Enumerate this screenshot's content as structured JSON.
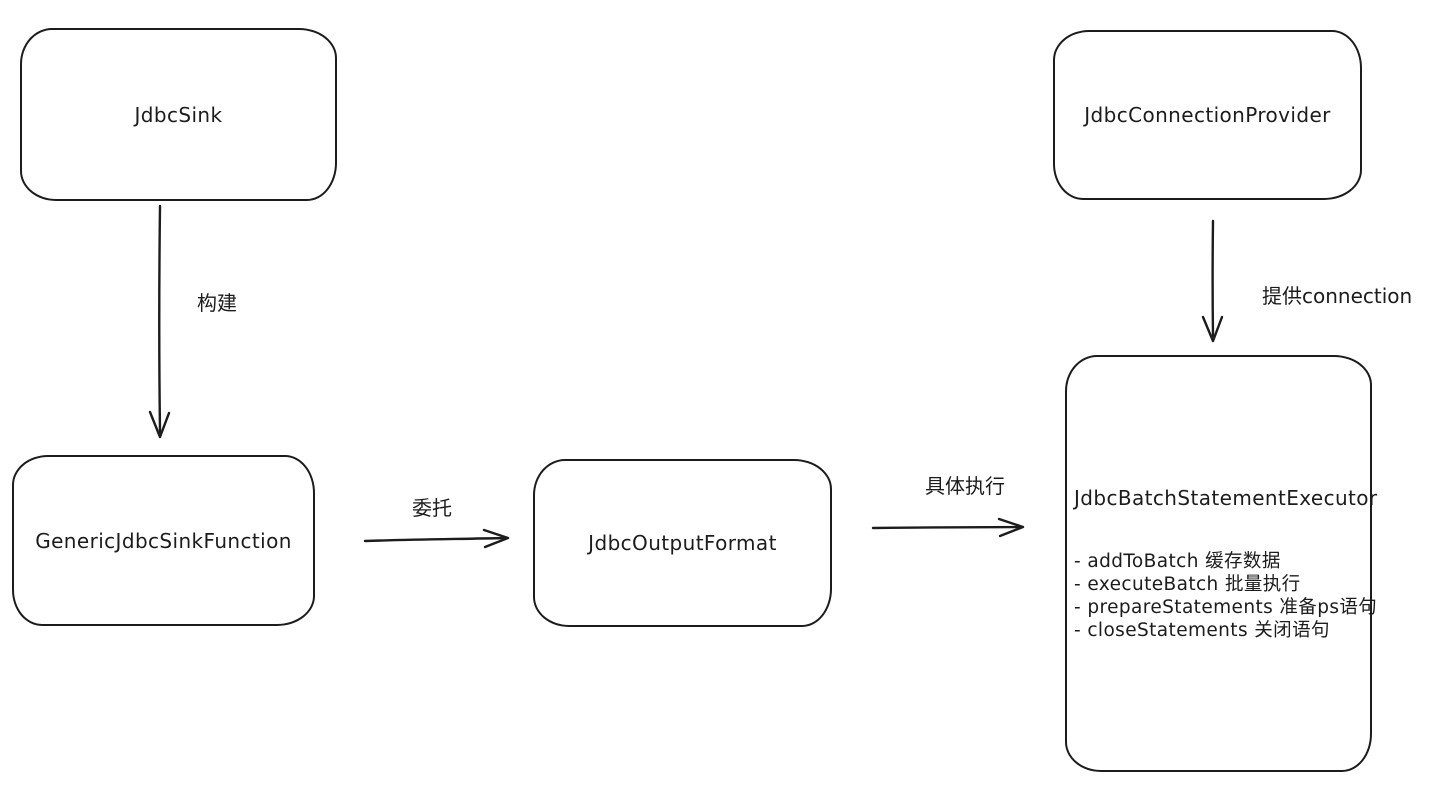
{
  "diagram": {
    "background_color": "#ffffff",
    "stroke_color": "#1c1c1c",
    "style": "hand-drawn whiteboard (excalidraw-like)",
    "nodes": {
      "jdbc_sink": {
        "label": "JdbcSink"
      },
      "generic_jdbc_sink_function": {
        "label": "GenericJdbcSinkFunction"
      },
      "jdbc_output_format": {
        "label": "JdbcOutputFormat"
      },
      "jdbc_connection_provider": {
        "label": "JdbcConnectionProvider"
      },
      "jdbc_batch_statement_executor": {
        "title": "JdbcBatchStatementExecutor",
        "methods": [
          "- addToBatch 缓存数据",
          "- executeBatch 批量执行",
          "- prepareStatements 准备ps语句",
          "- closeStatements 关闭语句"
        ]
      }
    },
    "edges": {
      "build": {
        "from": "JdbcSink",
        "to": "GenericJdbcSinkFunction",
        "label": "构建"
      },
      "delegate": {
        "from": "GenericJdbcSinkFunction",
        "to": "JdbcOutputFormat",
        "label": "委托"
      },
      "execute": {
        "from": "JdbcOutputFormat",
        "to": "JdbcBatchStatementExecutor",
        "label": "具体执行"
      },
      "provide_connection": {
        "from": "JdbcConnectionProvider",
        "to": "JdbcBatchStatementExecutor",
        "label": "提供connection"
      }
    }
  }
}
